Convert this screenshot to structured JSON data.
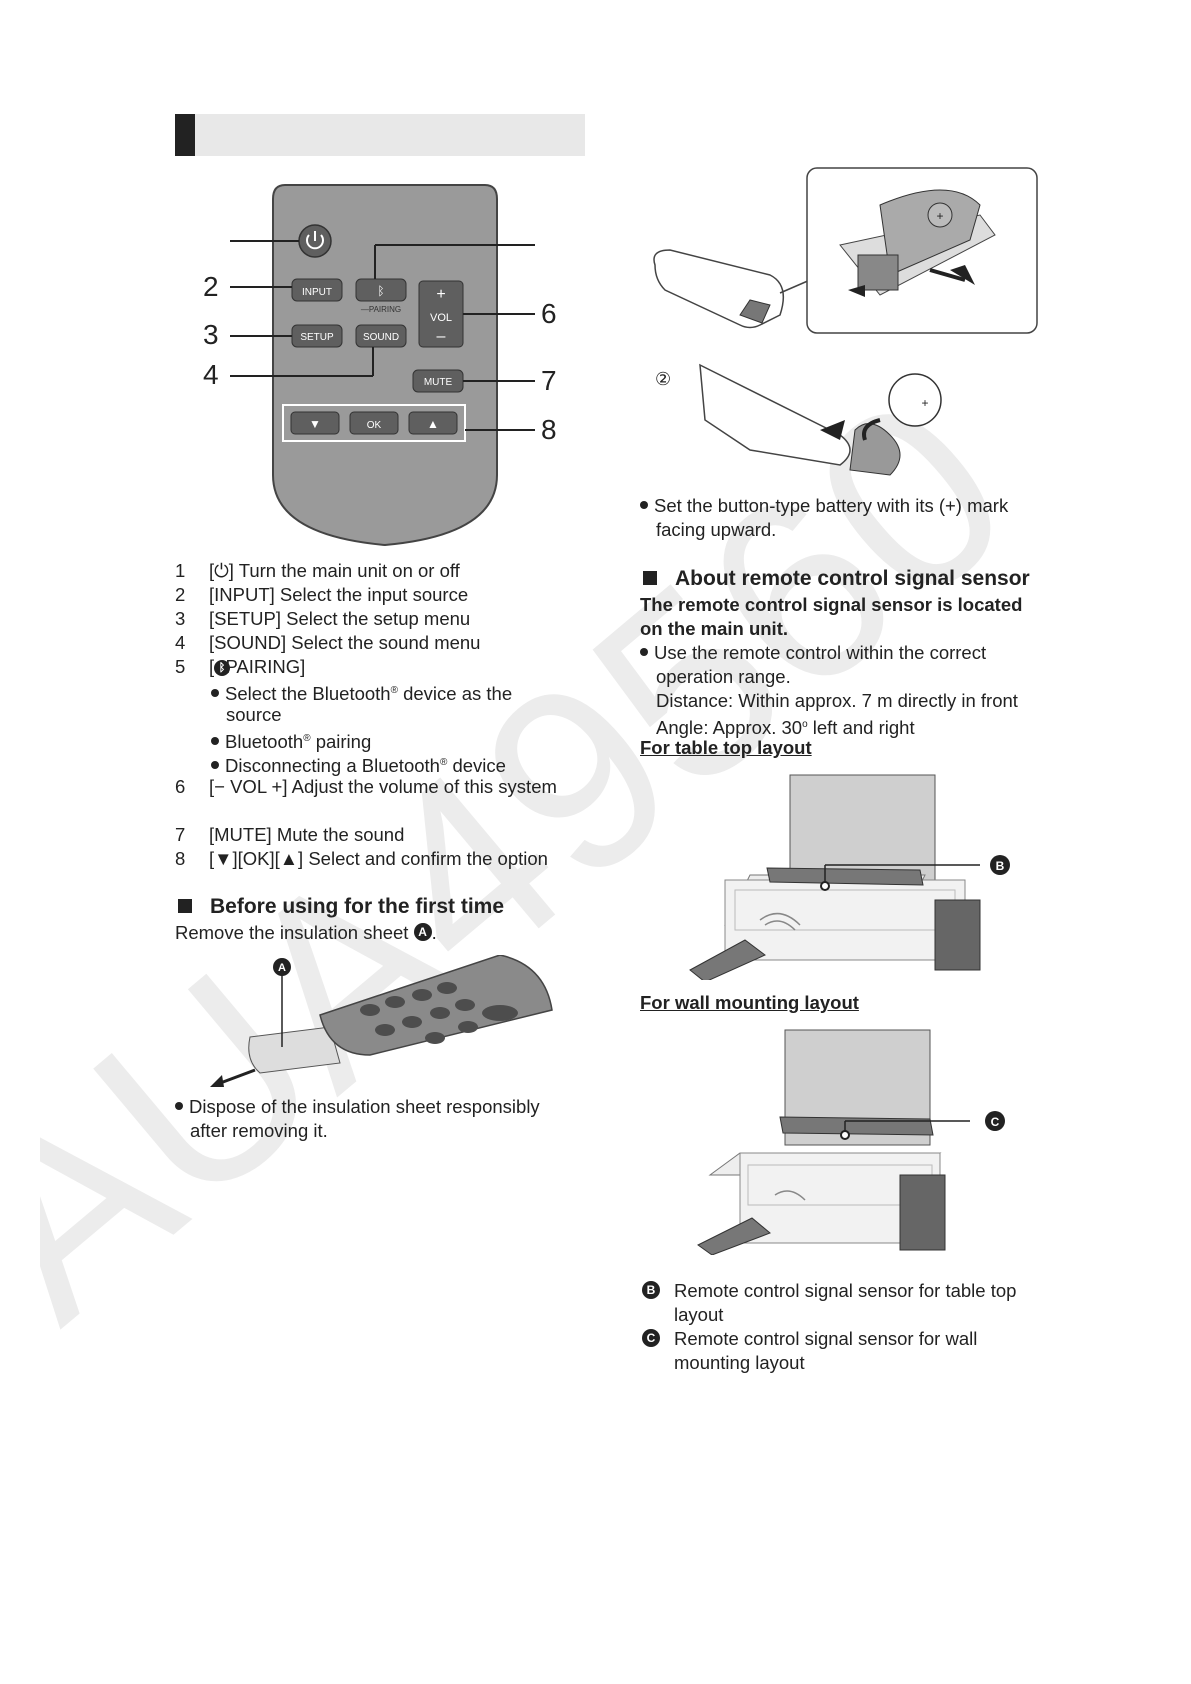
{
  "remote": {
    "labels": {
      "n2": "2",
      "n3": "3",
      "n4": "4",
      "n6": "6",
      "n7": "7",
      "n8": "8"
    },
    "buttons": {
      "input": "INPUT",
      "pairing": "—PAIRING",
      "setup": "SETUP",
      "sound": "SOUND",
      "vol": "VOL",
      "mute": "MUTE",
      "ok": "OK",
      "down": "▼",
      "up": "▲",
      "plus": "+",
      "minus": "–"
    }
  },
  "functions": [
    {
      "num": "1",
      "text": "[⏻] Turn the main unit on or off"
    },
    {
      "num": "2",
      "text": "[INPUT] Select the input source"
    },
    {
      "num": "3",
      "text": "[SETUP] Select the setup menu"
    },
    {
      "num": "4",
      "text": "[SOUND] Select the sound menu"
    },
    {
      "num": "5",
      "text": "[ -PAIRING]"
    },
    {
      "num": "6",
      "text": "[− VOL +] Adjust the volume of this system"
    },
    {
      "num": "7",
      "text": "[MUTE] Mute the sound"
    },
    {
      "num": "8",
      "text": "[▼][OK][▲] Select and confirm the option"
    }
  ],
  "pairing_bullets": {
    "b1a": "Select the Bluetooth",
    "b1b": " device as the",
    "b1c": "source",
    "b2a": "Bluetooth",
    "b2b": " pairing",
    "b3a": "Disconnecting a Bluetooth",
    "b3b": " device",
    "reg": "®"
  },
  "first_time": {
    "heading": "Before using for the first time",
    "text": "Remove the insulation sheet",
    "marker_a": "A",
    "bullet_l1": "Dispose of the insulation sheet responsibly",
    "bullet_l2": "after removing it."
  },
  "battery": {
    "step2": "②",
    "bullet_l1": "Set the button-type battery with its (+) mark",
    "bullet_l2": "facing upward."
  },
  "sensor": {
    "heading": "About remote control signal sensor",
    "bold_l1": "The remote control signal sensor is located",
    "bold_l2": "on the main unit.",
    "bullet_l1": "Use the remote control within the correct",
    "bullet_l2": "operation range.",
    "distance": "Distance: Within approx. 7 m directly in front",
    "angle_a": "Angle: Approx. 30",
    "angle_sup": "o",
    "angle_b": " left and right",
    "table_top": "For table top layout",
    "wall": "For wall mounting layout",
    "marker_b": "B",
    "marker_c": "C",
    "legend_b_l1": "Remote control signal sensor for table top",
    "legend_b_l2": "layout",
    "legend_c_l1": "Remote control signal sensor for wall",
    "legend_c_l2": "mounting layout"
  },
  "watermark": "AUA49560",
  "colors": {
    "remote_body": "#9a9a9a",
    "button": "#5f5f5f",
    "accent": "#222222",
    "watermark": "#efefef"
  }
}
